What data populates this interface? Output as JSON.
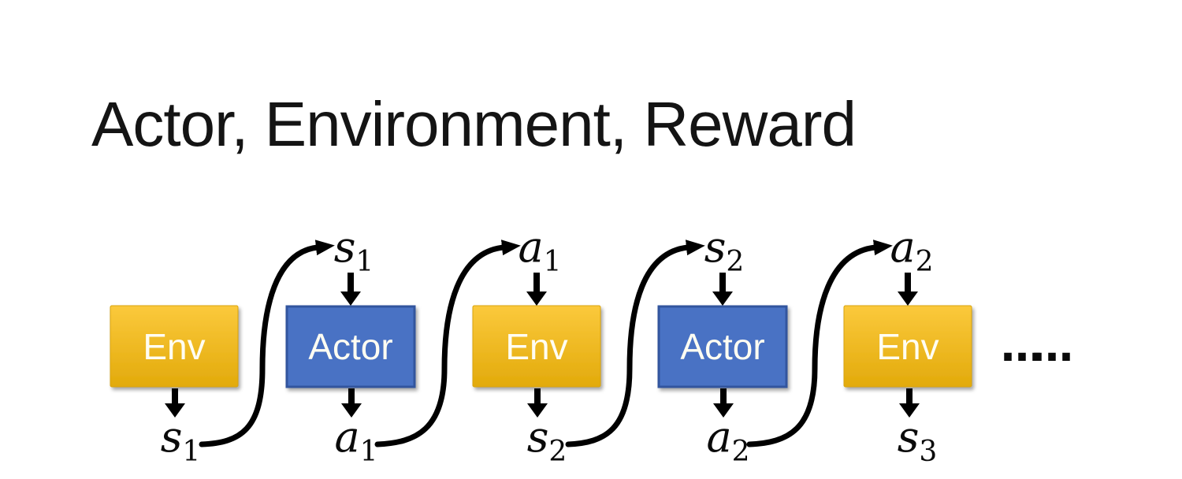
{
  "slide": {
    "title": "Actor, Environment, Reward"
  },
  "diagram": {
    "boxes": [
      {
        "label": "Env",
        "kind": "env"
      },
      {
        "label": "Actor",
        "kind": "actor"
      },
      {
        "label": "Env",
        "kind": "env"
      },
      {
        "label": "Actor",
        "kind": "actor"
      },
      {
        "label": "Env",
        "kind": "env"
      }
    ],
    "top_labels": [
      {
        "base": "s",
        "sub": "1"
      },
      {
        "base": "a",
        "sub": "1"
      },
      {
        "base": "s",
        "sub": "2"
      },
      {
        "base": "a",
        "sub": "2"
      }
    ],
    "bottom_labels": [
      {
        "base": "s",
        "sub": "1"
      },
      {
        "base": "a",
        "sub": "1"
      },
      {
        "base": "s",
        "sub": "2"
      },
      {
        "base": "a",
        "sub": "2"
      },
      {
        "base": "s",
        "sub": "3"
      }
    ],
    "ellipsis": "……",
    "colors": {
      "env_gradient_top": "#FBC93C",
      "env_gradient_bottom": "#E2AA0B",
      "actor_fill": "#4A72C4",
      "actor_border": "#31559E",
      "box_text": "#FFFDF2",
      "arrow": "#000000",
      "title_text": "#141414"
    }
  }
}
